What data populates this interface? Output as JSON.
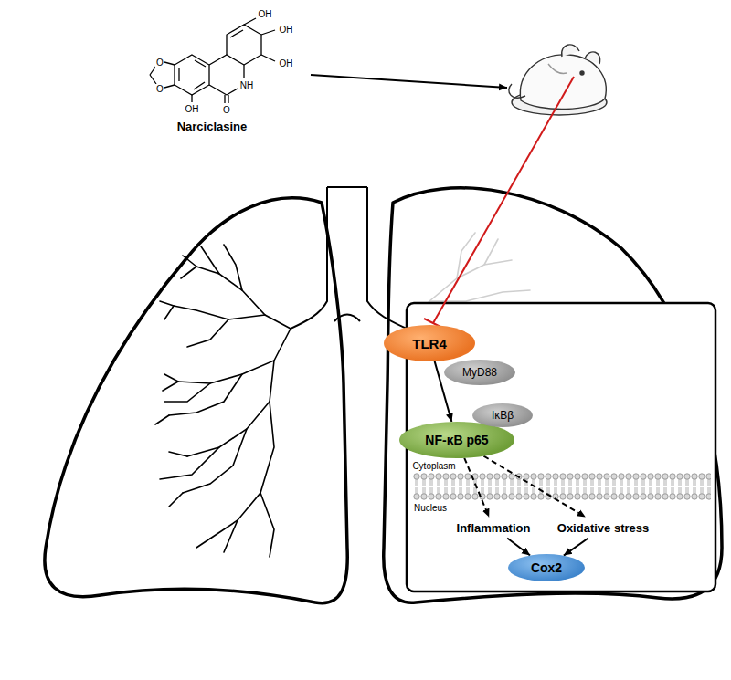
{
  "diagram": {
    "nodes": [
      {
        "text": [
          "TLR4"
        ]
      },
      {
        "text": [
          "MyD88"
        ]
      },
      {
        "text": [
          "IκBβ"
        ]
      },
      {
        "text": [
          "NF-κB p65"
        ]
      },
      {
        "text": [
          "Inflammation"
        ]
      },
      {
        "text": [
          "Oxidative stress"
        ]
      },
      {
        "text": [
          "Cox2"
        ]
      }
    ],
    "edges": [
      {
        "from": 0,
        "to": 3,
        "arrow": "to"
      },
      {
        "from": 3,
        "to": 4,
        "arrow": "to"
      },
      {
        "from": 3,
        "to": 5,
        "arrow": "to"
      },
      {
        "from": 4,
        "to": 6,
        "arrow": "to"
      },
      {
        "from": 5,
        "to": 6,
        "arrow": "to"
      }
    ],
    "labels": [
      "OH",
      "OH",
      "OH",
      "O",
      "O",
      "OH",
      "O",
      "NH",
      "Narciclasine",
      "Cytoplasm",
      "Nucleus"
    ]
  }
}
